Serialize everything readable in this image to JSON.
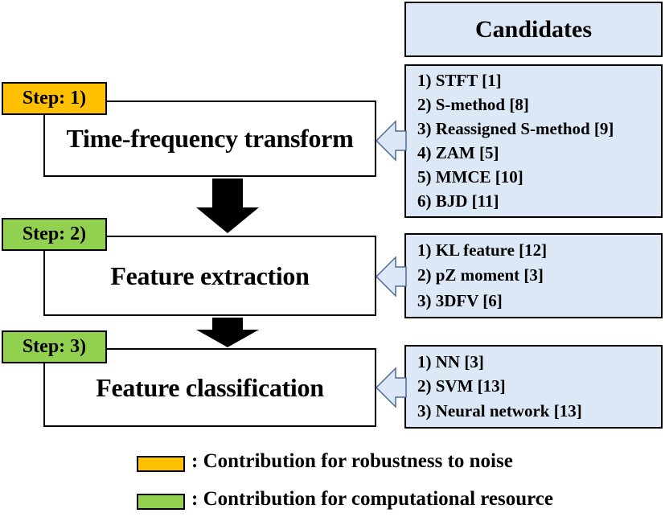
{
  "candidates_header": "Candidates",
  "steps": [
    {
      "label": "Step: 1)",
      "title": "Time-frequency transform",
      "candidates": [
        "1) STFT [1]",
        "2) S-method [8]",
        "3) Reassigned S-method [9]",
        "4) ZAM [5]",
        "5) MMCE [10]",
        "6) BJD [11]"
      ]
    },
    {
      "label": "Step: 2)",
      "title": "Feature extraction",
      "candidates": [
        "1) KL feature [12]",
        "2) pZ moment [3]",
        "3) 3DFV [6]"
      ]
    },
    {
      "label": "Step: 3)",
      "title": "Feature classification",
      "candidates": [
        "1) NN [3]",
        "2) SVM [13]",
        "3) Neural network [13]"
      ]
    }
  ],
  "legend": [
    {
      "text": ": Contribution for robustness to noise"
    },
    {
      "text": ": Contribution for computational resource"
    }
  ],
  "colors": {
    "step1": "#ffc000",
    "step2_3": "#92d050",
    "candidate_fill": "#dde8f7",
    "arrow_fill": "#dde8f7",
    "flow_arrow": "#000000"
  }
}
